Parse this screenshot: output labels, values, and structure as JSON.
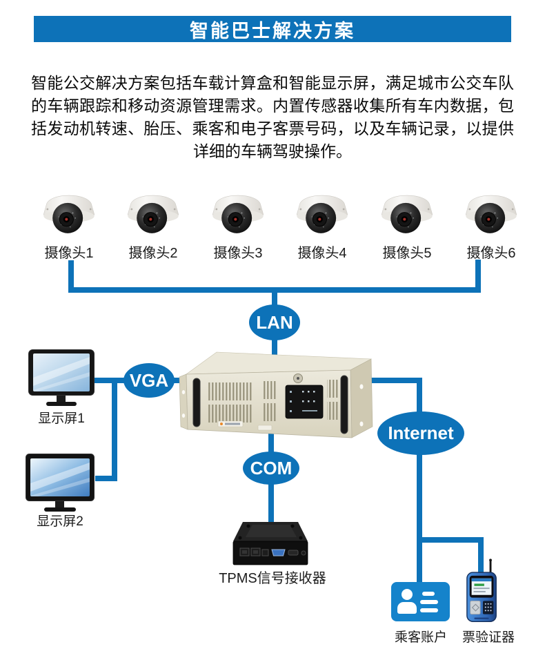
{
  "colors": {
    "primary_blue": "#0d72b8",
    "card_blue": "#1583cb"
  },
  "header": {
    "title": "智能巴士解决方案"
  },
  "description": {
    "text": "智能公交解决方案包括车载计算盒和智能显示屏，满足城市公交车队的车辆跟踪和移动资源管理需求。内置传感器收集所有车内数据，包括发动机转速、胎压、乘客和电子客票号码，以及车辆记录，以提供详细的车辆驾驶操作。"
  },
  "cameras": [
    {
      "label": "摄像头1"
    },
    {
      "label": "摄像头2"
    },
    {
      "label": "摄像头3"
    },
    {
      "label": "摄像头4"
    },
    {
      "label": "摄像头5"
    },
    {
      "label": "摄像头6"
    }
  ],
  "nodes": {
    "lan": {
      "label": "LAN"
    },
    "vga": {
      "label": "VGA"
    },
    "com": {
      "label": "COM"
    },
    "internet": {
      "label": "Internet"
    }
  },
  "devices": {
    "display1": {
      "label": "显示屏1"
    },
    "display2": {
      "label": "显示屏2"
    },
    "tpms": {
      "label": "TPMS信号接收器"
    },
    "passenger_account": {
      "label": "乘客账户"
    },
    "ticket_validator": {
      "label": "票验证器"
    }
  }
}
